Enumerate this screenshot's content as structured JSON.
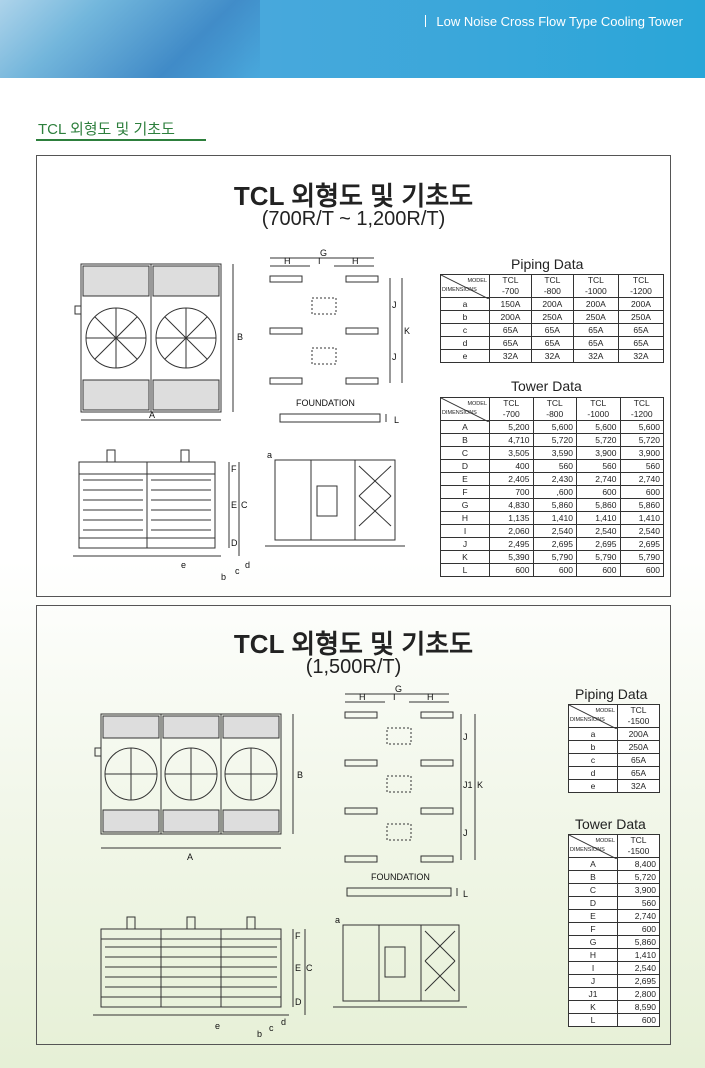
{
  "header": {
    "title": "Low Noise Cross Flow Type Cooling Tower"
  },
  "section": {
    "title": "TCL 외형도 및 기초도"
  },
  "panel1": {
    "title": "TCL 외형도 및 기초도",
    "subtitle": "(700R/T ~ 1,200R/T)",
    "foundation_label": "FOUNDATION",
    "piping_caption": "Piping Data",
    "tower_caption": "Tower Data",
    "model_label": "MODEL",
    "dimensions_label": "DIMENSIONS",
    "models": [
      [
        "TCL",
        "-700"
      ],
      [
        "TCL",
        "-800"
      ],
      [
        "TCL",
        "-1000"
      ],
      [
        "TCL",
        "-1200"
      ]
    ],
    "piping_rows": [
      [
        "a",
        "150A",
        "200A",
        "200A",
        "200A"
      ],
      [
        "b",
        "200A",
        "250A",
        "250A",
        "250A"
      ],
      [
        "c",
        "65A",
        "65A",
        "65A",
        "65A"
      ],
      [
        "d",
        "65A",
        "65A",
        "65A",
        "65A"
      ],
      [
        "e",
        "32A",
        "32A",
        "32A",
        "32A"
      ]
    ],
    "tower_rows": [
      [
        "A",
        "5,200",
        "5,600",
        "5,600",
        "5,600"
      ],
      [
        "B",
        "4,710",
        "5,720",
        "5,720",
        "5,720"
      ],
      [
        "C",
        "3,505",
        "3,590",
        "3,900",
        "3,900"
      ],
      [
        "D",
        "400",
        "560",
        "560",
        "560"
      ],
      [
        "E",
        "2,405",
        "2,430",
        "2,740",
        "2,740"
      ],
      [
        "F",
        "700",
        ",600",
        "600",
        "600"
      ],
      [
        "G",
        "4,830",
        "5,860",
        "5,860",
        "5,860"
      ],
      [
        "H",
        "1,135",
        "1,410",
        "1,410",
        "1,410"
      ],
      [
        "I",
        "2,060",
        "2,540",
        "2,540",
        "2,540"
      ],
      [
        "J",
        "2,495",
        "2,695",
        "2,695",
        "2,695"
      ],
      [
        "K",
        "5,390",
        "5,790",
        "5,790",
        "5,790"
      ],
      [
        "L",
        "600",
        "600",
        "600",
        "600"
      ]
    ]
  },
  "panel2": {
    "title": "TCL 외형도 및 기초도",
    "subtitle": "(1,500R/T)",
    "foundation_label": "FOUNDATION",
    "piping_caption": "Piping Data",
    "tower_caption": "Tower Data",
    "model_label": "MODEL",
    "dimensions_label": "DIMENSIONS",
    "models": [
      [
        "TCL",
        "-1500"
      ]
    ],
    "piping_rows": [
      [
        "a",
        "200A"
      ],
      [
        "b",
        "250A"
      ],
      [
        "c",
        "65A"
      ],
      [
        "d",
        "65A"
      ],
      [
        "e",
        "32A"
      ]
    ],
    "tower_rows": [
      [
        "A",
        "8,400"
      ],
      [
        "B",
        "5,720"
      ],
      [
        "C",
        "3,900"
      ],
      [
        "D",
        "560"
      ],
      [
        "E",
        "2,740"
      ],
      [
        "F",
        "600"
      ],
      [
        "G",
        "5,860"
      ],
      [
        "H",
        "1,410"
      ],
      [
        "I",
        "2,540"
      ],
      [
        "J",
        "2,695"
      ],
      [
        "J1",
        "2,800"
      ],
      [
        "K",
        "8,590"
      ],
      [
        "L",
        "600"
      ]
    ]
  },
  "dimension_letters": {
    "A": "A",
    "B": "B",
    "C": "C",
    "D": "D",
    "E": "E",
    "F": "F",
    "G": "G",
    "H": "H",
    "I": "I",
    "J": "J",
    "J1": "J1",
    "K": "K",
    "L": "L",
    "a": "a",
    "b": "b",
    "c": "c",
    "d": "d",
    "e": "e"
  }
}
